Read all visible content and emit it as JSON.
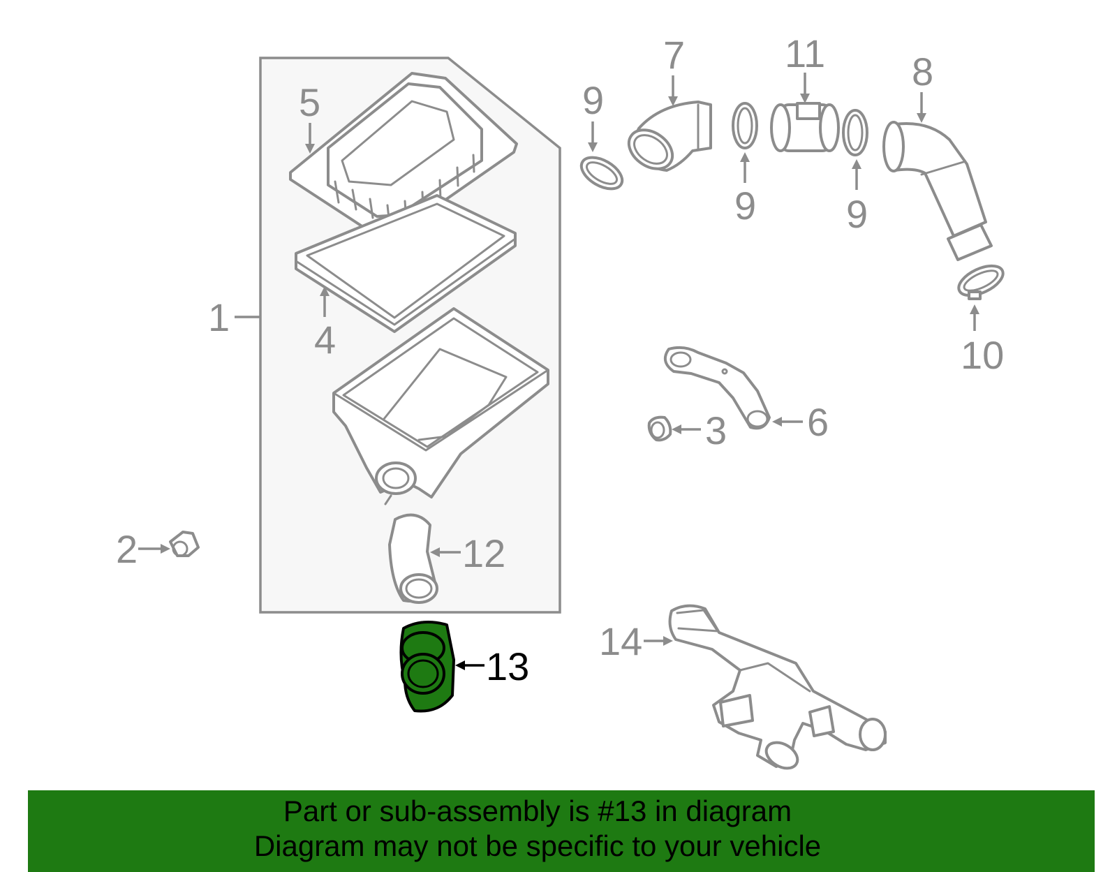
{
  "callouts": [
    "1",
    "2",
    "3",
    "4",
    "5",
    "6",
    "7",
    "8",
    "9",
    "9",
    "9",
    "10",
    "11",
    "12",
    "13",
    "14"
  ],
  "highlighted_part": "13",
  "colors": {
    "highlight": "#1e7a12",
    "line": "#8c8c8c",
    "panel": "#f7f7f7"
  },
  "banner": {
    "line1": "Part or sub-assembly is #13 in diagram",
    "line2": "Diagram may not be specific to your vehicle"
  }
}
